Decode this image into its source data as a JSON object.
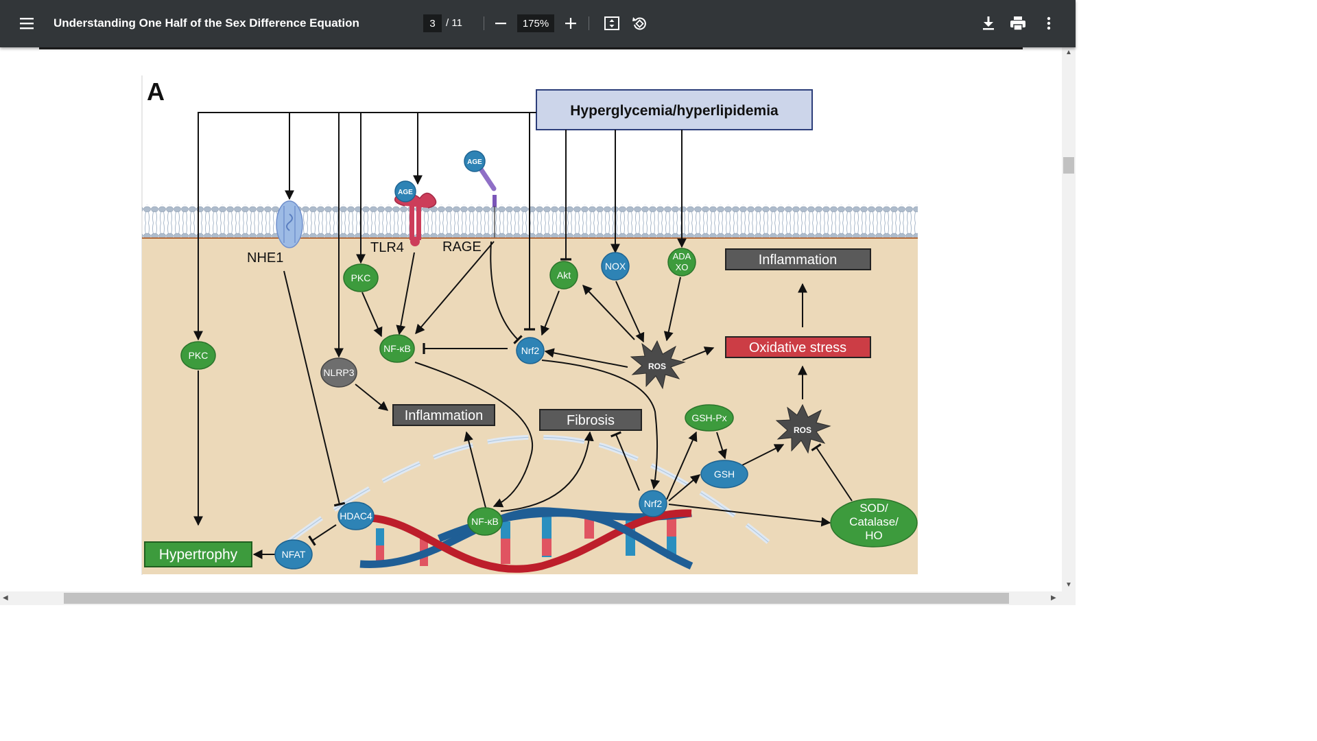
{
  "toolbar": {
    "title": "Understanding One Half of the Sex Difference Equation",
    "page_current": "3",
    "page_total": "/ 11",
    "zoom": "175%",
    "icons": [
      "menu-icon",
      "zoom-out-icon",
      "zoom-in-icon",
      "fit-page-icon",
      "rotate-icon",
      "download-icon",
      "print-icon",
      "more-options-icon"
    ]
  },
  "figure": {
    "panel_label": "A",
    "top_box": "Hyperglycemia/hyperlipidemia",
    "membrane_labels": {
      "nhe1": "NHE1",
      "tlr4": "TLR4",
      "rage": "RAGE",
      "age1": "AGE",
      "age2": "AGE"
    },
    "nodes": {
      "pkc_left": "PKC",
      "pkc_top": "PKC",
      "nlrp3": "NLRP3",
      "nfkb_top": "NF-κB",
      "nrf2_top": "Nrf2",
      "akt": "Akt",
      "nox": "NOX",
      "adaxo_1": "ADA",
      "adaxo_2": "XO",
      "ros_top": "ROS",
      "ros_right": "ROS",
      "gshpx": "GSH-Px",
      "gsh": "GSH",
      "nrf2_bottom": "Nrf2",
      "nfkb_bottom": "NF-κB",
      "hdac4": "HDAC4",
      "nfat": "NFAT",
      "sod_1": "SOD/",
      "sod_2": "Catalase/",
      "sod_3": "HO"
    },
    "boxes": {
      "inflammation_right": "Inflammation",
      "oxidative_stress": "Oxidative stress",
      "inflammation_mid": "Inflammation",
      "fibrosis": "Fibrosis",
      "hypertrophy": "Hypertrophy"
    },
    "colors": {
      "toolbar": "#323639",
      "cytoplasm": "#ecd9b9",
      "green_node": "#3d9b3d",
      "blue_node": "#2e83b5",
      "gray_box": "#5a5a5a",
      "red_box": "#cc3d45",
      "top_box_fill": "#ccd5ea",
      "top_box_border": "#2c3e7a",
      "dna_red": "#bd1e2b",
      "dna_blue": "#1f5e95"
    }
  }
}
